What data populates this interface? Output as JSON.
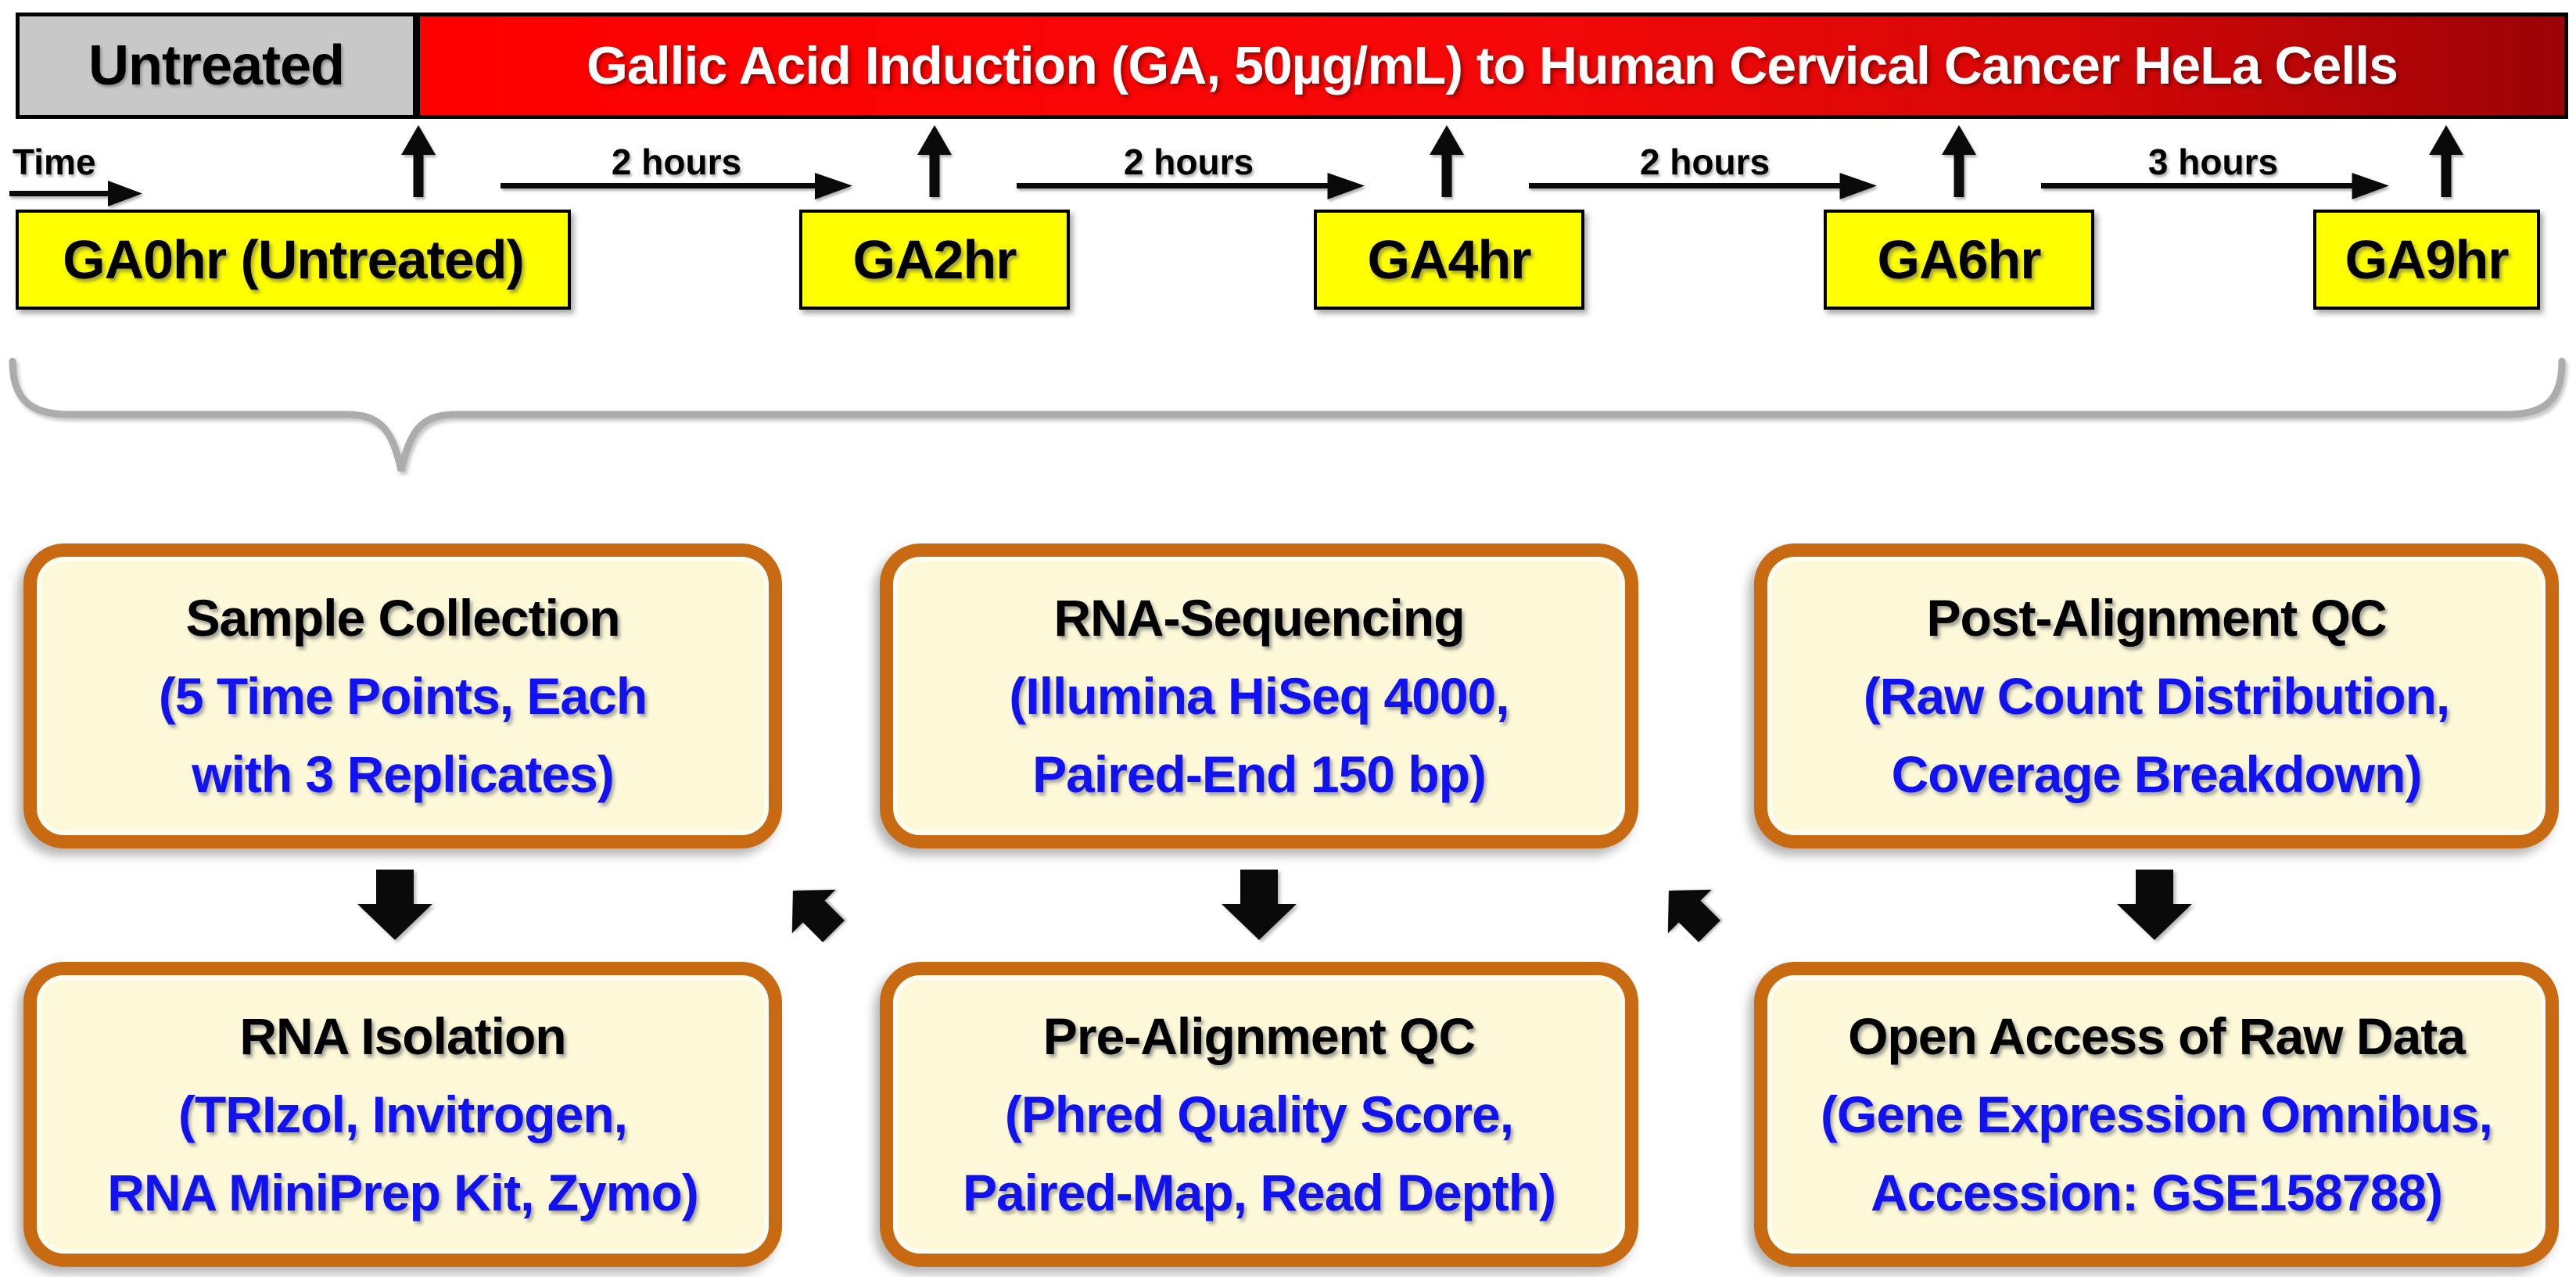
{
  "treatment_bar": {
    "untreated_label": "Untreated",
    "induction_label": "Gallic Acid Induction (GA, 50µg/mL) to Human Cervical Cancer HeLa Cells"
  },
  "timeline": {
    "axis_label": "Time",
    "intervals": [
      "2 hours",
      "2 hours",
      "2 hours",
      "3 hours"
    ],
    "timepoints": [
      "GA0hr (Untreated)",
      "GA2hr",
      "GA4hr",
      "GA6hr",
      "GA9hr"
    ]
  },
  "workflow": {
    "steps": [
      {
        "title": "Sample Collection",
        "detail_lines": [
          "(5 Time Points, Each",
          "with 3 Replicates)"
        ]
      },
      {
        "title": "RNA-Sequencing",
        "detail_lines": [
          "(Illumina HiSeq 4000,",
          "Paired-End 150 bp)"
        ]
      },
      {
        "title": "Post-Alignment QC",
        "detail_lines": [
          "(Raw Count Distribution,",
          "Coverage Breakdown)"
        ]
      },
      {
        "title": "RNA Isolation",
        "detail_lines": [
          "(TRIzol, Invitrogen,",
          "RNA MiniPrep Kit, Zymo)"
        ]
      },
      {
        "title": "Pre-Alignment QC",
        "detail_lines": [
          "(Phred Quality Score,",
          "Paired-Map, Read Depth)"
        ]
      },
      {
        "title": "Open Access of Raw Data",
        "detail_lines": [
          "(Gene Expression Omnibus,",
          "Accession: GSE158788)"
        ]
      }
    ]
  },
  "colors": {
    "untreated_gray": "#C8C8C8",
    "induction_red_start": "#FE0000",
    "induction_red_end": "#9B0307",
    "timepoint_yellow": "#FFFF00",
    "step_fill_cream": "#FDF9D8",
    "step_border_orange": "#C76A11",
    "detail_text_blue": "#1212EE",
    "brace_gray": "#ACACAC",
    "arrow_black": "#0A0A0A"
  }
}
